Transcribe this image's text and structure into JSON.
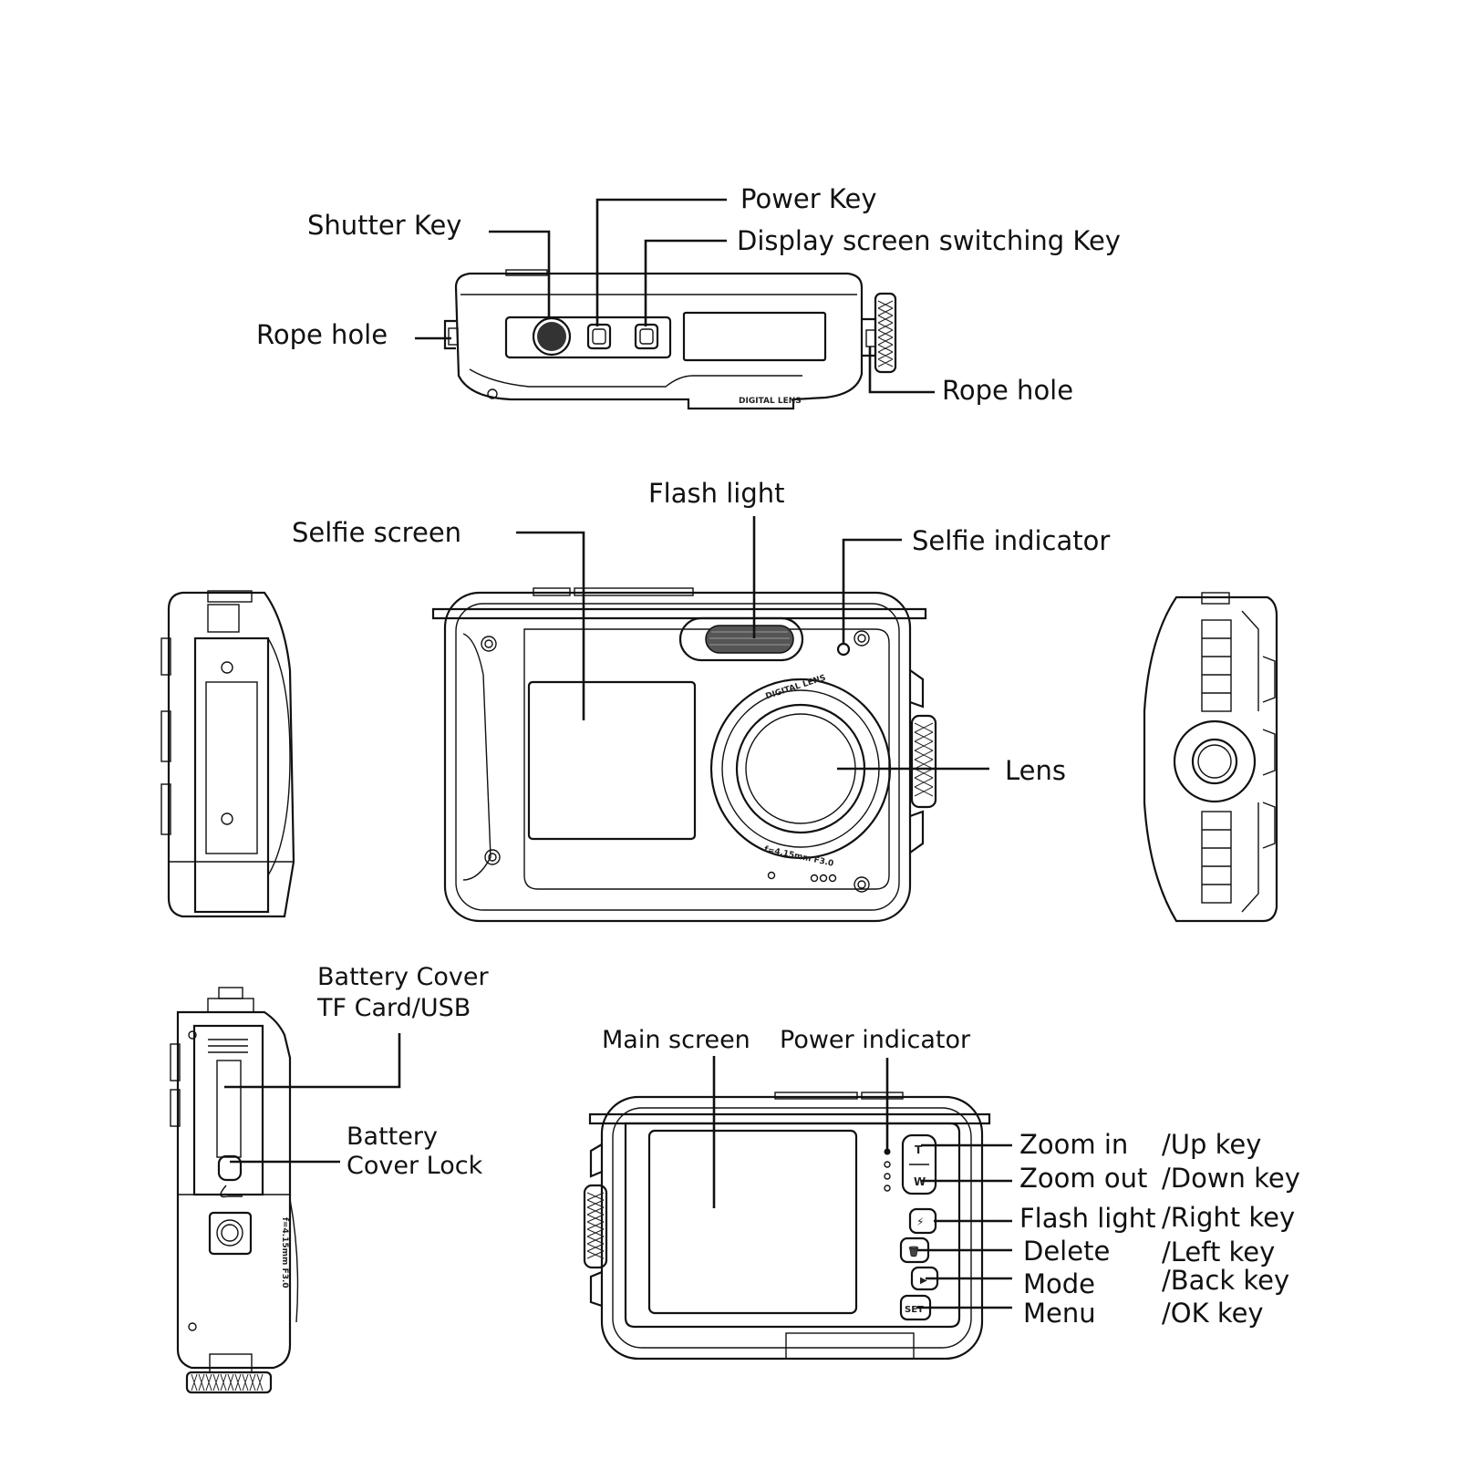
{
  "top_view": {
    "shutter_key": "Shutter Key",
    "power_key": "Power Key",
    "display_switch_key": "Display screen switching Key",
    "rope_hole_left": "Rope hole",
    "rope_hole_right": "Rope hole",
    "engraving": "DIGITAL LENS"
  },
  "front_view": {
    "selfie_screen": "Selfie screen",
    "flash_light": "Flash light",
    "selfie_indicator": "Selfie indicator",
    "lens": "Lens",
    "lens_ring_text": "DIGITAL LENS",
    "lens_spec": "f=4.15mm F3.0"
  },
  "side_view": {
    "battery_cover_line1": "Battery Cover",
    "battery_cover_line2": "TF Card/USB",
    "battery_lock_line1": "Battery",
    "battery_lock_line2": "Cover Lock"
  },
  "back_view": {
    "main_screen": "Main screen",
    "power_indicator": "Power indicator",
    "buttons": [
      {
        "name": "Zoom in",
        "alt": "/Up key",
        "glyph": "T"
      },
      {
        "name": "Zoom out",
        "alt": "/Down key",
        "glyph": "W"
      },
      {
        "name": "Flash light",
        "alt": "/Right key",
        "glyph": "⚡"
      },
      {
        "name": "Delete",
        "alt": "/Left key",
        "glyph": "🗑"
      },
      {
        "name": "Mode",
        "alt": "/Back key",
        "glyph": "▶"
      },
      {
        "name": "Menu",
        "alt": "/OK key",
        "glyph": "SET"
      }
    ]
  }
}
